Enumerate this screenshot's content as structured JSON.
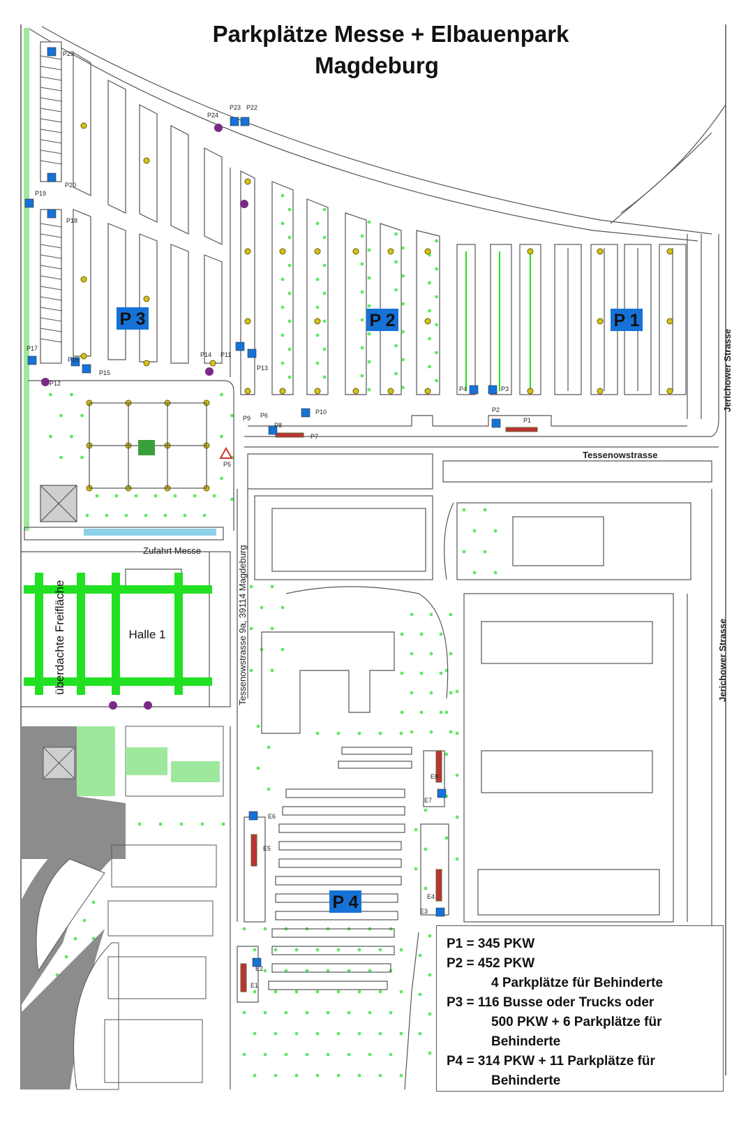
{
  "title": {
    "line1": "Parkplätze Messe + Elbauenpark",
    "line2": "Magdeburg"
  },
  "zones": {
    "p1": "P 1",
    "p2": "P 2",
    "p3": "P 3",
    "p4": "P 4"
  },
  "streets": {
    "tessenowstrasse": "Tessenowstrasse",
    "jerichower_top": "Jerichower Strasse",
    "jerichower_bottom": "Jerichower Strasse",
    "address": "Tessenowstrasse 9a, 39114  Magdeburg",
    "zufahrt": "Zufahrt Messe"
  },
  "buildings": {
    "halle1": "Halle 1",
    "freiflaeche": "überdachte Freifläche"
  },
  "markers": {
    "P1": "P1",
    "P2": "P2",
    "P3": "P3",
    "P4": "P4",
    "P5": "P5",
    "P6": "P6",
    "P7": "P7",
    "P8": "P8",
    "P9": "P9",
    "P10": "P10",
    "P11": "P11",
    "P12": "P12",
    "P13": "P13",
    "P14": "P14",
    "P15": "P15",
    "P16": "P16",
    "P17": "P17",
    "P18": "P18",
    "P19": "P19",
    "P20": "P20",
    "P22": "P22",
    "P23": "P23",
    "P24": "P24",
    "P25": "P25",
    "E1": "E1",
    "E2": "E2",
    "E3": "E3",
    "E4": "E4",
    "E5": "E5",
    "E6": "E6",
    "E7": "E7",
    "E8": "E8"
  },
  "legend": {
    "l1": "P1 = 345 PKW",
    "l2": "P2 = 452 PKW",
    "l3": "4 Parkplätze für Behinderte",
    "l4": "P3 = 116 Busse oder Trucks oder",
    "l5": "500 PKW + 6 Parkplätze für",
    "l6": "Behinderte",
    "l7": "P4 = 314 PKW + 11 Parkplätze für",
    "l8": "Behinderte"
  },
  "colors": {
    "zone_blue": "#1672d6",
    "tree_green": "#5fe85f",
    "green_band": "#22e022",
    "lamp_yellow": "#d4c21a",
    "asphalt_gray": "#8c8c8c"
  },
  "icons": {
    "parking": "parking-sign-icon",
    "info": "info-point-icon",
    "entrance": "entrance-icon",
    "tree": "tree-icon",
    "lamp": "lamp-post-icon"
  }
}
